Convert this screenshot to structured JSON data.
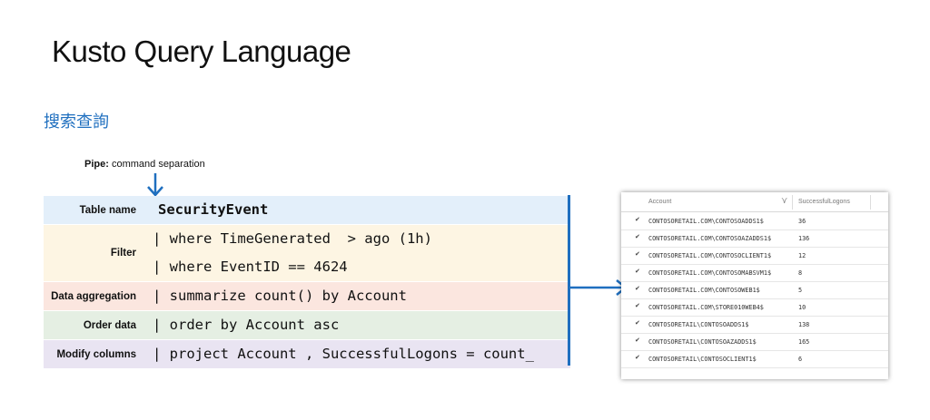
{
  "title": "Kusto Query Language",
  "subtitle": "搜索查詢",
  "pipe_note": {
    "label": "Pipe:",
    "text": " command separation"
  },
  "query_rows": [
    {
      "label": "Table name",
      "lines": [
        "SecurityEvent"
      ]
    },
    {
      "label": "Filter",
      "lines": [
        "| where TimeGenerated  > ago (1h)",
        "| where EventID == 4624"
      ]
    },
    {
      "label": "Data aggregation",
      "lines": [
        "| summarize count() by Account"
      ]
    },
    {
      "label": "Order data",
      "lines": [
        "| order by Account asc"
      ]
    },
    {
      "label": "Modify columns",
      "lines": [
        "| project Account , SuccessfulLogons = count_"
      ]
    }
  ],
  "results": {
    "columns": [
      "Account",
      "SuccessfulLogons"
    ],
    "rows": [
      {
        "account": "CONTOSORETAIL.COM\\CONTOSOADDS1$",
        "value": "36"
      },
      {
        "account": "CONTOSORETAIL.COM\\CONTOSOAZADDS1$",
        "value": "136"
      },
      {
        "account": "CONTOSORETAIL.COM\\CONTOSOCLIENT1$",
        "value": "12"
      },
      {
        "account": "CONTOSORETAIL.COM\\CONTOSOMABSVM1$",
        "value": "8"
      },
      {
        "account": "CONTOSORETAIL.COM\\CONTOSOWEB1$",
        "value": "5"
      },
      {
        "account": "CONTOSORETAIL.COM\\STORE010WEB4$",
        "value": "10"
      },
      {
        "account": "CONTOSORETAIL\\CONTOSOADDS1$",
        "value": "138"
      },
      {
        "account": "CONTOSORETAIL\\CONTOSOAZADDS1$",
        "value": "165"
      },
      {
        "account": "CONTOSORETAIL\\CONTOSOCLIENT1$",
        "value": "6"
      }
    ]
  },
  "colors": {
    "accent": "#1f6fbf"
  }
}
